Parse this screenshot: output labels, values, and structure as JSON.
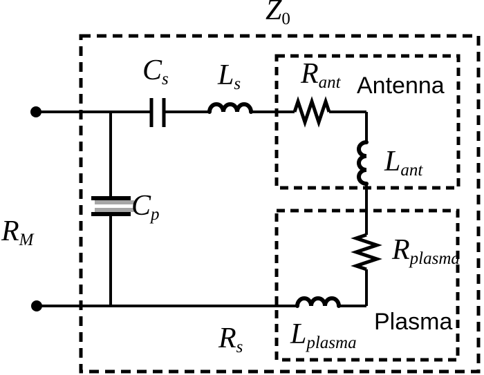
{
  "diagram": {
    "title": {
      "base": "Z",
      "sub": "0"
    },
    "left_port_label": {
      "base": "R",
      "sub": "M"
    },
    "components": {
      "series_capacitor": {
        "base": "C",
        "sub": "s"
      },
      "series_inductor": {
        "base": "L",
        "sub": "s"
      },
      "parallel_capacitor": {
        "base": "C",
        "sub": "p"
      },
      "series_resistor": {
        "base": "R",
        "sub": "s"
      },
      "antenna_resistor": {
        "base": "R",
        "sub": "ant"
      },
      "antenna_inductor": {
        "base": "L",
        "sub": "ant"
      },
      "plasma_resistor": {
        "base": "R",
        "sub": "plasma"
      },
      "plasma_inductor": {
        "base": "L",
        "sub": "plasma"
      }
    },
    "groups": {
      "antenna": {
        "label": "Antenna"
      },
      "plasma": {
        "label": "Plasma"
      }
    },
    "colors": {
      "line": "#000000",
      "background": "#ffffff",
      "capacitor_shade": "#a6a6a6"
    }
  }
}
